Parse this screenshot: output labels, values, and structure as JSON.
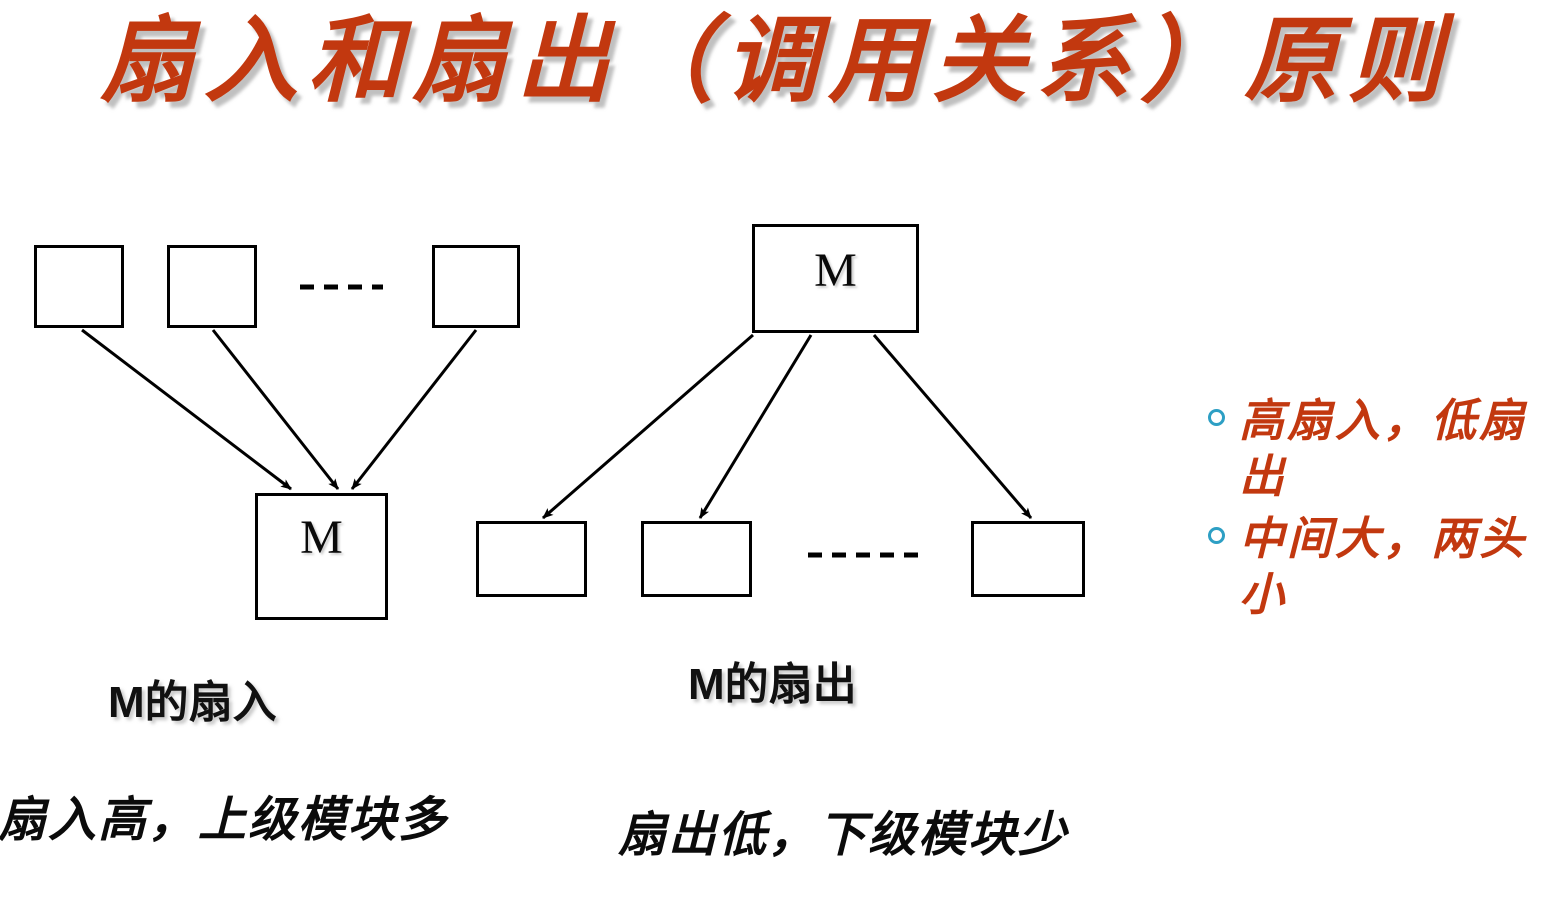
{
  "slide": {
    "title": "扇入和扇出（调用关系）原则",
    "title_color": "#C2380F",
    "background": "#FFFFFF"
  },
  "diagrams": {
    "fan_in": {
      "caption": "M的扇入",
      "note": "扇入高，上级模块多",
      "target_label": "M",
      "callers": [
        {
          "label": ""
        },
        {
          "label": ""
        },
        {
          "label": ""
        }
      ],
      "ellipsis": "----"
    },
    "fan_out": {
      "caption": "M的扇出",
      "note": "扇出低，下级模块少",
      "source_label": "M",
      "callees": [
        {
          "label": ""
        },
        {
          "label": ""
        },
        {
          "label": ""
        }
      ],
      "ellipsis": "-----"
    }
  },
  "bullets": {
    "marker_color": "#2D9FC4",
    "text_color": "#C2380F",
    "items": [
      {
        "text": "高扇入，低扇出"
      },
      {
        "text": "中间大，两头小"
      }
    ]
  }
}
